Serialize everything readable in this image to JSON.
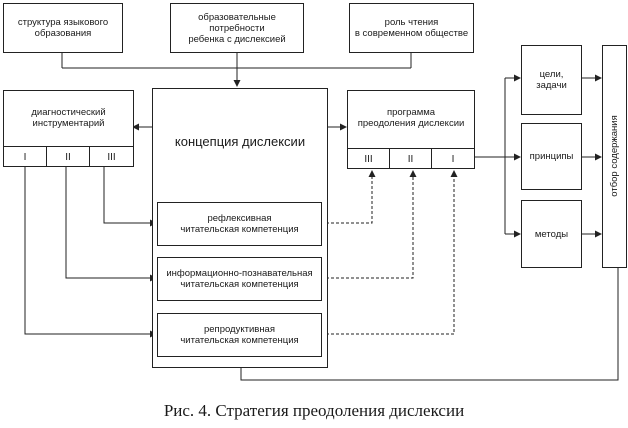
{
  "top_boxes": {
    "structure": "структура языкового\nобразования",
    "needs": "образовательные\nпотребности\nребенка с дислексией",
    "reading": "роль чтения\nв современном обществе"
  },
  "diagnostic": {
    "title": "диагностический\nинструментарий",
    "cells": [
      "I",
      "II",
      "III"
    ]
  },
  "concept": {
    "title": "концепция дислексии",
    "reflexive": "рефлексивная\nчитательская компетенция",
    "informational": "информационно-познавательная\nчитательская компетенция",
    "reproductive": "репродуктивная\nчитательская компетенция"
  },
  "program": {
    "title": "программа\nпреодоления дислексии",
    "cells": [
      "III",
      "II",
      "I"
    ]
  },
  "right": {
    "goals": "цели,\nзадачи",
    "principles": "принципы",
    "methods": "методы",
    "selection": "отбор содержания"
  },
  "caption": "Рис. 4. Стратегия преодоления дислексии"
}
